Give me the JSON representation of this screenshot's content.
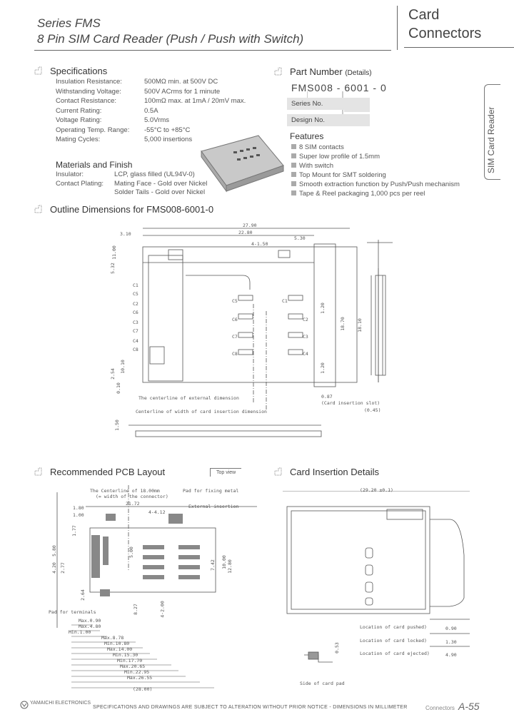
{
  "header": {
    "series": "Series FMS",
    "title": "8 Pin SIM Card Reader (Push / Push with Switch)",
    "category_line1": "Card",
    "category_line2": "Connectors",
    "side_tab": "SIM Card Reader"
  },
  "specifications": {
    "heading": "Specifications",
    "rows": [
      {
        "label": "Insulation Resistance:",
        "value": "500MΩ min. at 500V DC"
      },
      {
        "label": "Withstanding Voltage:",
        "value": "500V ACrms for 1 minute"
      },
      {
        "label": "Contact Resistance:",
        "value": "100mΩ max. at 1mA / 20mV max."
      },
      {
        "label": "Current Rating:",
        "value": "0.5A"
      },
      {
        "label": "Voltage Rating:",
        "value": "5.0Vrms"
      },
      {
        "label": "Operating Temp. Range:",
        "value": "-55°C to +85°C"
      },
      {
        "label": "Mating Cycles:",
        "value": "5,000 insertions"
      }
    ]
  },
  "materials": {
    "heading": "Materials and Finish",
    "rows": [
      {
        "label": "Insulator:",
        "value": "LCP, glass filled (UL94V-0)"
      },
      {
        "label": "Contact Plating:",
        "value": "Mating Face - Gold over Nickel"
      },
      {
        "label": "",
        "value": "Solder Tails - Gold over Nickel"
      }
    ]
  },
  "part_number": {
    "heading": "Part Number",
    "heading_suffix": "(Details)",
    "code": "FMS008  - 6001 - 0",
    "series_no": "Series No.",
    "design_no": "Design No."
  },
  "features": {
    "heading": "Features",
    "items": [
      "8 SIM contacts",
      "Super low profile of 1.5mm",
      "With switch",
      "Top Mount for SMT soldering",
      "Smooth extraction function by Push/Push mechanism",
      "Tape & Reel packaging 1,000 pcs per reel"
    ]
  },
  "outline": {
    "heading": "Outline Dimensions for FMS008-6001-0",
    "dims_top": [
      "27.90",
      "22.80",
      "3.10",
      "4-1.50",
      "5.30"
    ],
    "contact_labels": [
      "C5",
      "C1",
      "C6",
      "C2",
      "C7",
      "C3",
      "C8",
      "C4"
    ],
    "left_labels": [
      "C1",
      "C5",
      "C2",
      "C6",
      "C3",
      "C7",
      "C4",
      "C8"
    ],
    "dims_right": [
      "18.70",
      "18.10",
      "1.20",
      "1.20"
    ],
    "dims_left": [
      "5.32",
      "11.00",
      "2.54",
      "10.10",
      "0.10"
    ],
    "note1": "The centerline of external dimension",
    "note2": "Centerline of width of card insertion dimension",
    "card_slot": "(Card insertion slot)",
    "slot_dims": [
      "0.87",
      "(0.45)"
    ],
    "height_dim": "1.50"
  },
  "pcb": {
    "heading": "Recommended PCB Layout",
    "view": "Top view",
    "notes": [
      "The Centerline of 18.00mm",
      "(= width of the connector)",
      "Pad for fixing metal",
      "External insertion"
    ],
    "pad_for_terminals": "Pad for terminals",
    "dims": [
      "21.72",
      "4-4.12",
      "1.80",
      "1.00",
      "1.77",
      "5.80",
      "4.20",
      "2.77",
      "2.64",
      "7.42",
      "10.00",
      "12.80",
      "5.00",
      "8.27",
      "4-2.00"
    ],
    "bottom_dims": [
      "Max.0.90",
      "Max.4.80",
      "Min.1.00",
      "Max.8.78",
      "Min.10.80",
      "Max.14.00",
      "Min.15.30",
      "Min.17.70",
      "Max.20.65",
      "Min.22.95",
      "Max.26.55",
      "(28.00)"
    ]
  },
  "insertion": {
    "heading": "Card Insertion Details",
    "width": "(29.20 ±0.1)",
    "rows": [
      {
        "label": "Location of card pushed)",
        "value": "0.90"
      },
      {
        "label": "Location of card locked)",
        "value": "1.30"
      },
      {
        "label": "Location of card ejected)",
        "value": "4.90"
      }
    ],
    "side_label": "Side of card pad",
    "side_dim": "0.53"
  },
  "footer": {
    "logo": "YAMAICHI ELECTRONICS",
    "notice": "SPECIFICATIONS AND DRAWINGS ARE SUBJECT TO ALTERATION WITHOUT PRIOR NOTICE - DIMENSIONS IN MILLIMETER",
    "category": "Connectors",
    "page": "A-55"
  }
}
